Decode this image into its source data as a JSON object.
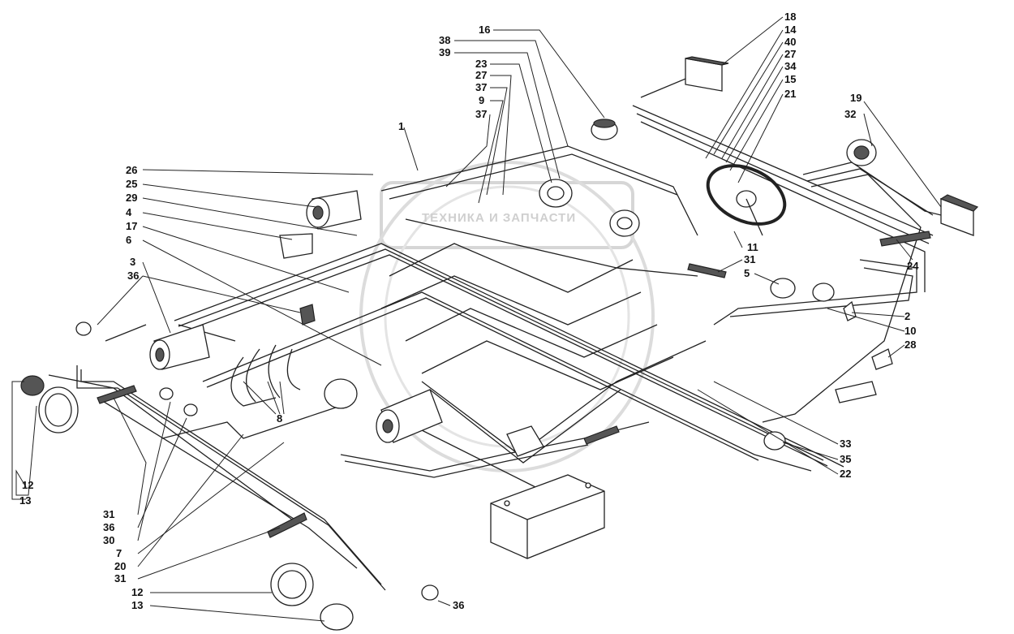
{
  "watermark": {
    "text": "ТЕХНИКА И ЗАПЧАСТИ"
  },
  "labels": {
    "l1": "1",
    "l2": "2",
    "l3": "3",
    "l4": "4",
    "l5": "5",
    "l6": "6",
    "l7": "7",
    "l8": "8",
    "l9": "9",
    "l10": "10",
    "l11": "11",
    "l12a": "12",
    "l12b": "12",
    "l13a": "13",
    "l13b": "13",
    "l14": "14",
    "l15": "15",
    "l16": "16",
    "l17": "17",
    "l18": "18",
    "l19": "19",
    "l20": "20",
    "l21": "21",
    "l22": "22",
    "l23": "23",
    "l24": "24",
    "l25": "25",
    "l26": "26",
    "l27a": "27",
    "l27b": "27",
    "l28": "28",
    "l29": "29",
    "l30": "30",
    "l31a": "31",
    "l31b": "31",
    "l31c": "31",
    "l32": "32",
    "l33": "33",
    "l34": "34",
    "l35": "35",
    "l36a": "36",
    "l36b": "36",
    "l36c": "36",
    "l37a": "37",
    "l37b": "37",
    "l38": "38",
    "l39": "39",
    "l40": "40"
  }
}
